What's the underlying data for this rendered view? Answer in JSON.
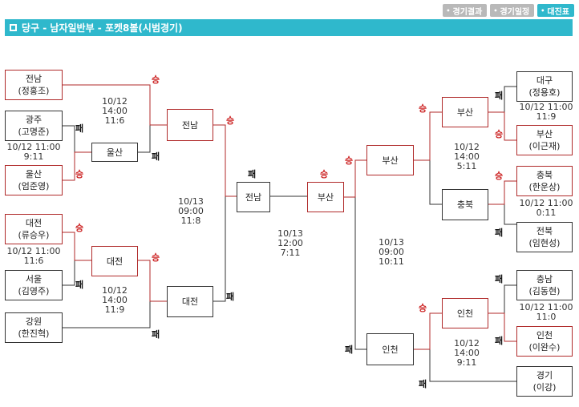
{
  "header": {
    "tabs": [
      {
        "label": "경기결과",
        "active": false
      },
      {
        "label": "경기일정",
        "active": false
      },
      {
        "label": "대진표",
        "active": true
      }
    ],
    "title": "당구 - 남자일반부 - 포켓8볼(시범경기)"
  },
  "colors": {
    "accent": "#2fb8cc",
    "winner": "#cc2222",
    "loser": "#333333"
  },
  "marks": {
    "win": "승",
    "lose": "패"
  },
  "players": {
    "jeonnam": {
      "region": "전남",
      "name": "(정홍조)"
    },
    "gwangju": {
      "region": "광주",
      "name": "(고명준)"
    },
    "ulsan": {
      "region": "울산",
      "name": "(엄준영)"
    },
    "daejeon": {
      "region": "대전",
      "name": "(류승우)"
    },
    "seoul": {
      "region": "서울",
      "name": "(김영주)"
    },
    "gangwon": {
      "region": "강원",
      "name": "(한진혁)"
    },
    "daegu": {
      "region": "대구",
      "name": "(정용호)"
    },
    "busan": {
      "region": "부산",
      "name": "(이근재)"
    },
    "chungbuk": {
      "region": "충북",
      "name": "(한운상)"
    },
    "jeonbuk": {
      "region": "전북",
      "name": "(임현성)"
    },
    "chungnam": {
      "region": "충남",
      "name": "(김동현)"
    },
    "incheon": {
      "region": "인천",
      "name": "(이완수)"
    },
    "gyeonggi": {
      "region": "경기",
      "name": "(이강)"
    }
  },
  "rounds": {
    "r1_ulsan": "울산",
    "r1_daejeon": "대전",
    "r1_busan": "부산",
    "r1_chungbuk": "충북",
    "r1_incheon": "인천",
    "r2_jeonnam": "전남",
    "r2_daejeon": "대전",
    "r2_busan": "부산",
    "r2_incheon": "인천",
    "sf_jeonnam": "전남",
    "final_busan": "부산"
  },
  "matches": {
    "left_top_r2": {
      "date": "10/12",
      "time": "14:00",
      "score": "11:6"
    },
    "left_r1_a": {
      "time": "10/12 11:00",
      "score": "9:11"
    },
    "left_sf": {
      "date": "10/13",
      "time": "09:00",
      "score": "11:8"
    },
    "left_r1_b": {
      "time": "10/12 11:00",
      "score": "11:6"
    },
    "left_bot_r2": {
      "date": "10/12",
      "time": "14:00",
      "score": "11:9"
    },
    "final": {
      "date": "10/13",
      "time": "12:00",
      "score": "7:11"
    },
    "right_r1_a": {
      "time": "10/12 11:00",
      "score": "11:9"
    },
    "right_top_r2": {
      "date": "10/12",
      "time": "14:00",
      "score": "5:11"
    },
    "right_r1_b": {
      "time": "10/12 11:00",
      "score": "0:11"
    },
    "right_sf": {
      "date": "10/13",
      "time": "09:00",
      "score": "10:11"
    },
    "right_r1_c": {
      "time": "10/12 11:00",
      "score": "11:0"
    },
    "right_bot_r2": {
      "date": "10/12",
      "time": "14:00",
      "score": "9:11"
    }
  }
}
